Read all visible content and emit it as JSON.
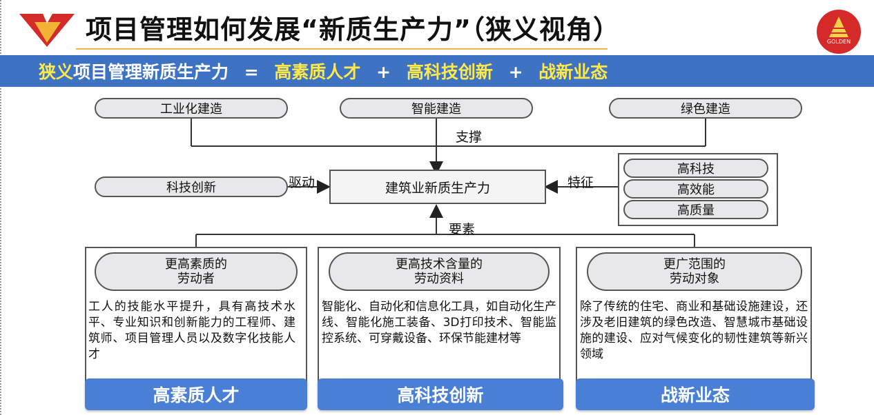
{
  "header": {
    "title": "项目管理如何发展“新质生产力”（狭义视角）",
    "logo_text": "GOLDEN"
  },
  "banner": {
    "part1": "狭义",
    "part2": "项目管理新质生产力",
    "eq": "=",
    "term1": "高素质人才",
    "plus1": "+",
    "term2": "高科技创新",
    "plus2": "+",
    "term3": "战新业态"
  },
  "diagram": {
    "top_nodes": [
      "工业化建造",
      "智能建造",
      "绿色建造"
    ],
    "support_label": "支撑",
    "drive_node": "科技创新",
    "drive_label": "驱动",
    "center": "建筑业新质生产力",
    "feature_label": "特征",
    "features": [
      "高科技",
      "高效能",
      "高质量"
    ],
    "element_label": "要素",
    "columns": [
      {
        "head": "更高素质的\n劳动者",
        "desc": "工人的技能水平提升，具有高技术水平、专业知识和创新能力的工程师、建筑师、项目管理人员以及数字化技能人才",
        "foot": "高素质人才"
      },
      {
        "head": "更高技术含量的\n劳动资料",
        "desc": "智能化、自动化和信息化工具，如自动化生产线、智能化施工装备、3D打印技术、智能监控系统、可穿戴设备、环保节能建材等",
        "foot": "高科技创新"
      },
      {
        "head": "更广范围的\n劳动对象",
        "desc": "除了传统的住宅、商业和基础设施建设，还涉及老旧建筑的绿色改造、智慧城市基础设施的建设、应对气候变化的韧性建筑等新兴领域",
        "foot": "战新业态"
      }
    ]
  },
  "colors": {
    "banner_bg": "#3e73c4",
    "highlight": "#ffe94a",
    "footer_bg": "#4a7fd6",
    "logo_red": "#d42a2a"
  }
}
